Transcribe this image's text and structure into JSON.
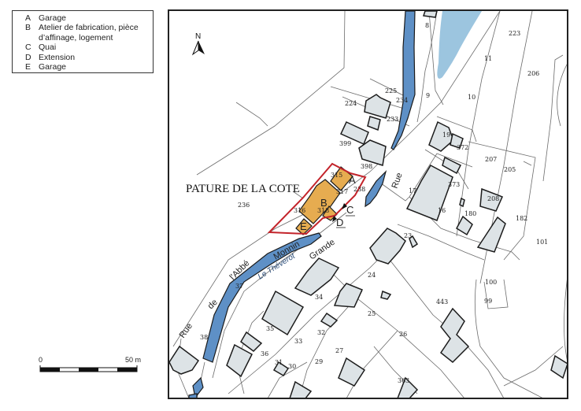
{
  "legend": {
    "items": [
      {
        "key": "A",
        "label": "Garage"
      },
      {
        "key": "B",
        "label": "Atelier de fabrication, pièce"
      },
      {
        "key": "",
        "label": "d’affinage, logement"
      },
      {
        "key": "C",
        "label": "Quai"
      },
      {
        "key": "D",
        "label": "Extension"
      },
      {
        "key": "E",
        "label": "Garage"
      }
    ]
  },
  "scale": {
    "start_label": "0",
    "end_label": "50 m"
  },
  "north": {
    "label": "N"
  },
  "map": {
    "place_name": "PATURE DE LA COTE",
    "river_label": "Le Théverot",
    "streets": {
      "rue": "Rue",
      "de": "de",
      "labbe": "l'Abbé",
      "monnin": "Monnin",
      "grande": "Grande",
      "rue2": "Rue"
    },
    "site_letters": {
      "A": "A",
      "B": "B",
      "C": "C",
      "D": "D",
      "E": "E"
    },
    "parcel_numbers": {
      "p8": "8",
      "p223": "223",
      "p11": "11",
      "p206": "206",
      "p10": "10",
      "p9": "9",
      "p225": "225",
      "p224": "224",
      "p234": "234",
      "p233": "233",
      "p399": "399",
      "p398": "398",
      "p19": "19",
      "p372": "372",
      "p207": "207",
      "p205": "205",
      "p315": "315",
      "p317": "317",
      "p238": "238",
      "p236": "236",
      "p316": "316",
      "p318": "318",
      "p17": "17",
      "p373": "373",
      "p208": "208",
      "p16": "16",
      "p180": "180",
      "p182": "182",
      "p101": "101",
      "p23": "23",
      "p24": "24",
      "p37": "37",
      "p34": "34",
      "p100": "100",
      "p99": "99",
      "p443": "443",
      "p35": "35",
      "p25": "25",
      "p38": "38",
      "p32": "32",
      "p26": "26",
      "p33": "33",
      "p36": "36",
      "p27": "27",
      "p31": "31",
      "p30": "30",
      "p29": "29",
      "p363": "363"
    },
    "colors": {
      "site_fill": "#e6ac50",
      "site_outline": "#c3232a",
      "river": "#5e90c6",
      "pond": "#9cc5df",
      "building": "#dde3e6"
    }
  }
}
